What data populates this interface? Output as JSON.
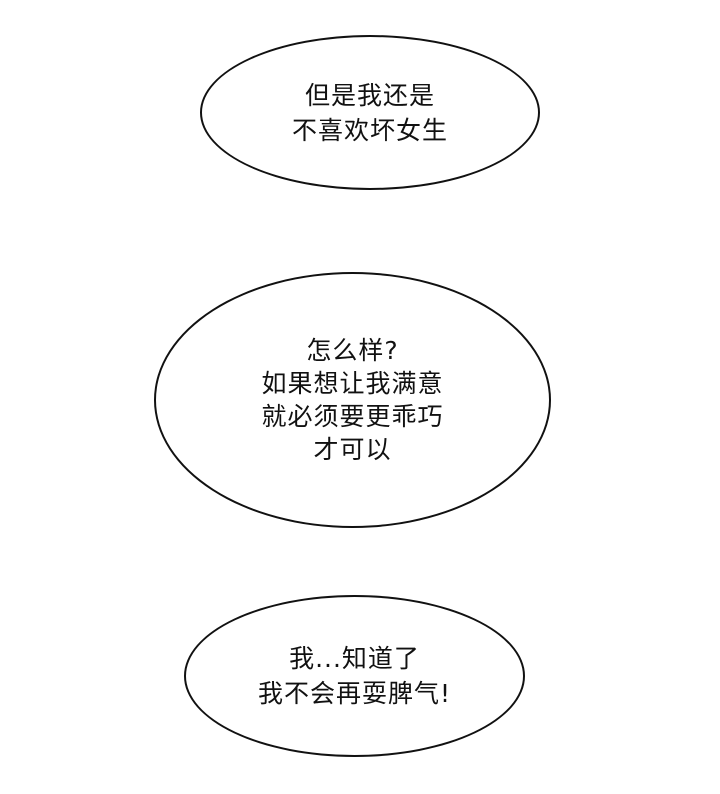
{
  "bubbles": [
    {
      "lines": [
        "但是我还是",
        "不喜欢坏女生"
      ]
    },
    {
      "lines": [
        "怎么样?",
        "如果想让我满意",
        "就必须要更乖巧",
        "才可以"
      ]
    },
    {
      "lines": [
        "我...知道了",
        "我不会再耍脾气!"
      ]
    }
  ],
  "colors": {
    "background": "#ffffff",
    "outline": "#111111",
    "text": "#111111"
  }
}
